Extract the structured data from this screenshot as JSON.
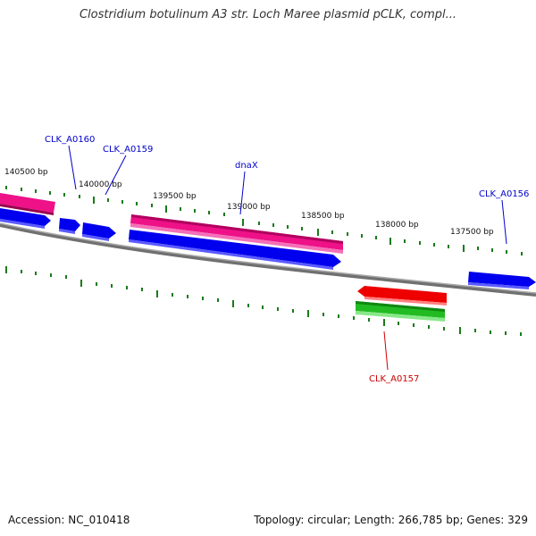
{
  "title": "Clostridium botulinum A3 str. Loch Maree plasmid pCLK, compl...",
  "footer": {
    "accession": "Accession: NC_010418",
    "summary": "Topology: circular; Length: 266,785 bp; Genes: 329"
  },
  "map": {
    "ticks": [
      "140500 bp",
      "140000 bp",
      "139500 bp",
      "139000 bp",
      "138500 bp",
      "138000 bp",
      "137500 bp"
    ],
    "genes": [
      {
        "label": "CLK_A0160",
        "color": "#0000cc"
      },
      {
        "label": "CLK_A0159",
        "color": "#0000cc"
      },
      {
        "label": "dnaX",
        "color": "#0000cc"
      },
      {
        "label": "CLK_A0156",
        "color": "#0000cc"
      },
      {
        "label": "CLK_A0157",
        "color": "#cc0000"
      }
    ],
    "colors": {
      "forward_gene": "#0000ee",
      "rna_gene": "#ee1188",
      "reverse_gene": "#ee0000",
      "reverse_feature": "#22bb22",
      "backbone": "#808080",
      "tick": "#1a7a1a"
    }
  }
}
